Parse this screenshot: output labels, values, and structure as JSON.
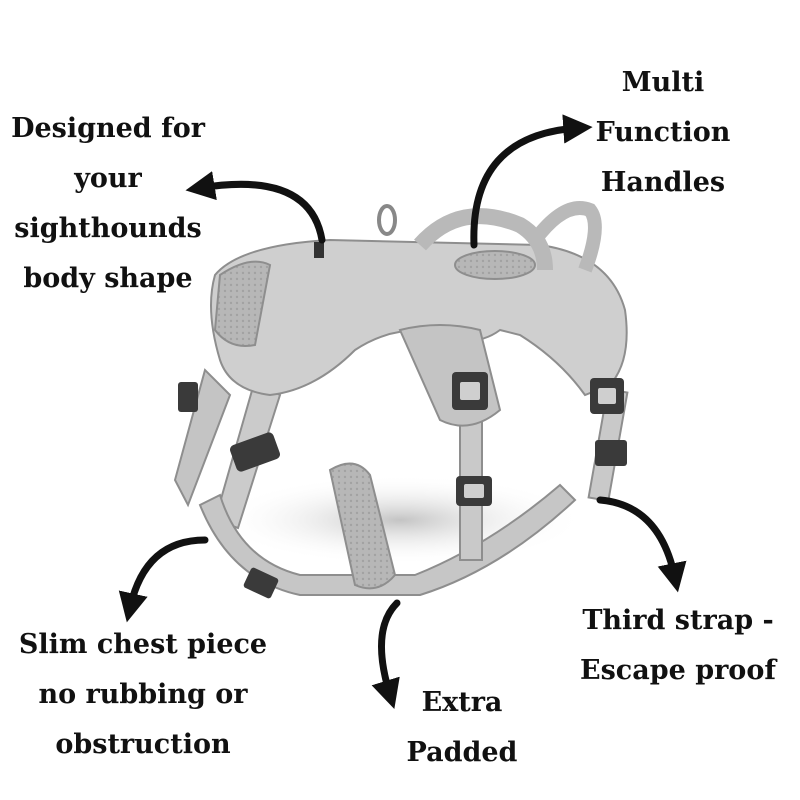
{
  "callouts": {
    "designed": [
      "Designed for",
      "your",
      "sighthounds",
      "body shape"
    ],
    "handles": [
      "Multi",
      "Function",
      "Handles"
    ],
    "slim": [
      "Slim chest piece",
      "no rubbing or",
      "obstruction"
    ],
    "padded": [
      "Extra",
      "Padded"
    ],
    "third": [
      "Third strap -",
      "Escape proof"
    ]
  },
  "colors": {
    "text": "#111111",
    "arrow": "#111111",
    "harness": "#c9c9c9",
    "harness_dark": "#9a9a9a",
    "buckle": "#3a3a3a"
  }
}
